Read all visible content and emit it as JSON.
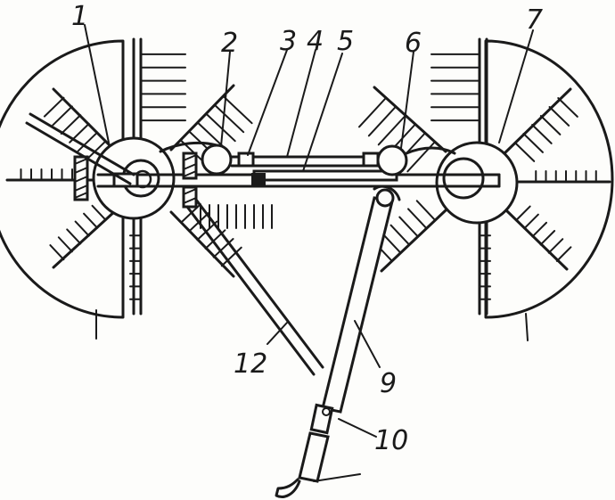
{
  "diagram": {
    "labels": [
      {
        "id": "1",
        "text": "1"
      },
      {
        "id": "2",
        "text": "2"
      },
      {
        "id": "3",
        "text": "3"
      },
      {
        "id": "4",
        "text": "4"
      },
      {
        "id": "5",
        "text": "5"
      },
      {
        "id": "6",
        "text": "6"
      },
      {
        "id": "7",
        "text": "7"
      },
      {
        "id": "9",
        "text": "9"
      },
      {
        "id": "10",
        "text": "10"
      },
      {
        "id": "12",
        "text": "12"
      }
    ]
  },
  "colors": {
    "ink": "#1a1a1a",
    "paper": "#fdfdfb"
  }
}
